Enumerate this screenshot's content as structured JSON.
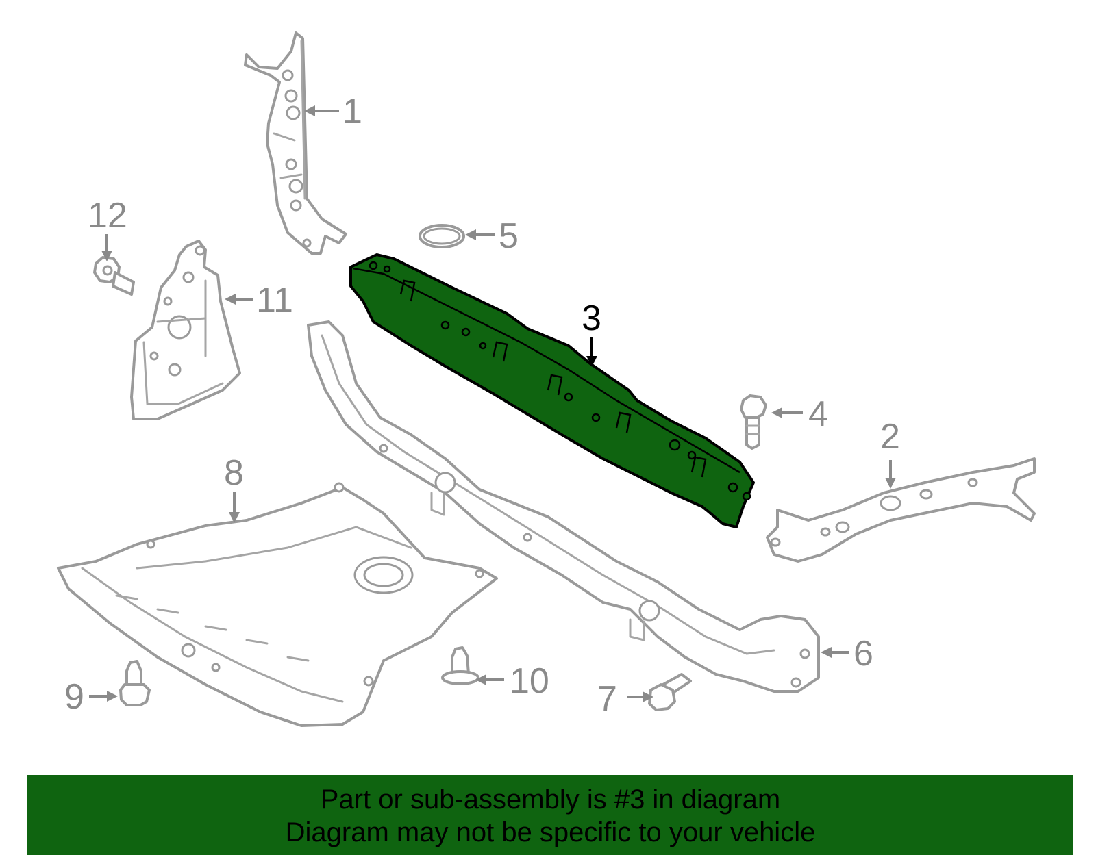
{
  "callouts": {
    "c1": "1",
    "c2": "2",
    "c3": "3",
    "c4": "4",
    "c5": "5",
    "c6": "6",
    "c7": "7",
    "c8": "8",
    "c9": "9",
    "c10": "10",
    "c11": "11",
    "c12": "12"
  },
  "highlighted_part": "3",
  "colors": {
    "highlight_fill": "#0f6410",
    "banner_background": "#0f6410",
    "line_art": "#9a9a9a",
    "callout_text": "#8a8a8a"
  },
  "banner": {
    "line1": "Part or sub-assembly is #3 in diagram",
    "line2": "Diagram may not be specific to your vehicle"
  }
}
